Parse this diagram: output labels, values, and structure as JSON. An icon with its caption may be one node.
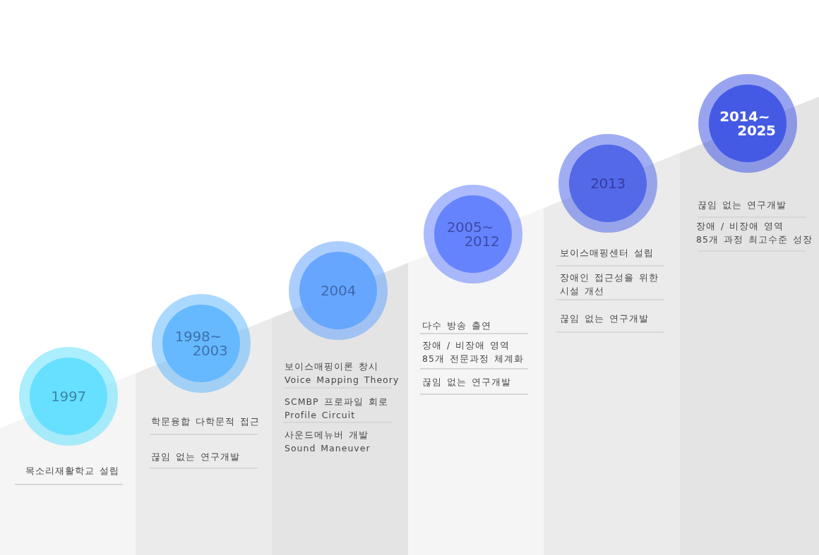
{
  "diagram": {
    "nodes": [
      {
        "text": [
          "1997"
        ],
        "beside": [
          "목소리재활학교 설립"
        ]
      },
      {
        "text": [
          "1998~ 2003"
        ],
        "beside": [
          "학문융합 다학문적 접근",
          "끊임 없는 연구개발"
        ]
      },
      {
        "text": [
          "2004"
        ],
        "beside": [
          "보이스매핑이론 창시 Voice Mapping Theory",
          "SCMBP 프로파일 회로 Profile Circuit",
          "사운드메뉴버 개발 Sound Maneuver"
        ]
      },
      {
        "text": [
          "2005~ 2012"
        ],
        "beside": [
          "다수 방송 출연",
          "장애 / 비장애 영역 85개 전문과정 체계화",
          "끊임 없는 연구개발"
        ]
      },
      {
        "text": [
          "2013"
        ],
        "beside": [
          "보이스매핑센터 설립",
          "장애인 접근성을 위한 시설 개선",
          "끊임 없는 연구개발"
        ]
      },
      {
        "text": [
          "2014~ 2025"
        ],
        "beside": [
          "끊임 없는 연구개발",
          "장애 / 비장애 영역 85개 과정 최고수준 성장"
        ]
      }
    ]
  }
}
